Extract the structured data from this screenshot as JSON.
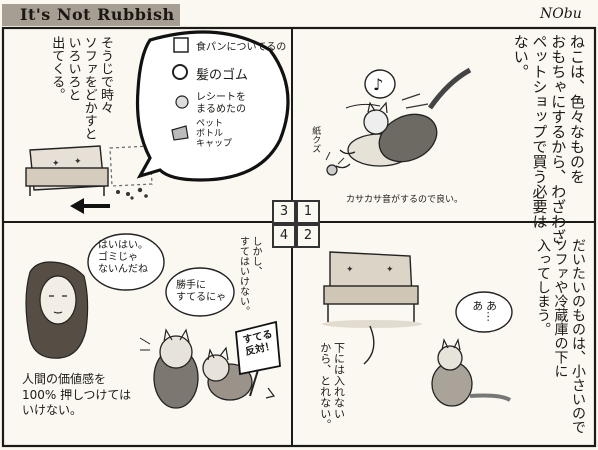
{
  "header": {
    "title": "It's Not Rubbish",
    "author": "NObu"
  },
  "panel_numbers": [
    "3",
    "1",
    "4",
    "2"
  ],
  "panel1": {
    "text": "ねこは、色々なものを\nおもちゃにするから、わざわざ\nペットショップで買う必要は\nない。",
    "label_paper": "紙クズ",
    "caption": "カサカサ音がするので良い。"
  },
  "panel2": {
    "text": "だいたいのものは、小さいので\nソファや冷蔵庫の下に\n入ってしまう。",
    "arrow_note": "下には入れない\nから、とれない。",
    "speech": "あ…\nあ"
  },
  "panel3": {
    "text": "そうじで時々\nソファをどかすと\nいろいろと\n出てくる。",
    "items": [
      "食パンについてるの",
      "髪のゴム",
      "レシートを\nまるめたの",
      "ペット\nボトル\nキャップ"
    ]
  },
  "panel4": {
    "speech_human": "はいはい。\nゴミじゃ\nないんだね",
    "speech_cat": "勝手に\nすてるにゃ",
    "narration": "しかし、\nすてはいけない。",
    "sign": "すてる\n反対！",
    "caption": "人間の価値感を\n100% 押しつけては\nいけない。"
  },
  "colors": {
    "paper": "#fbf8f1",
    "ink": "#1c1a17",
    "title_bg": "#a79e93"
  }
}
